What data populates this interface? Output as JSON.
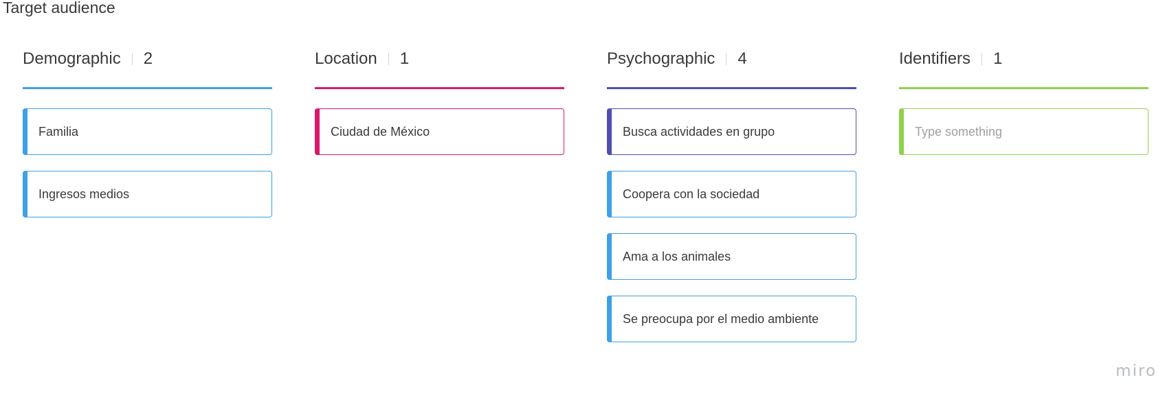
{
  "page": {
    "title": "Target audience"
  },
  "columns": [
    {
      "name": "Demographic",
      "count": "2",
      "color": "#3ea0e6",
      "cards": [
        {
          "text": "Familia",
          "placeholder": false,
          "color": "#3ea0e6"
        },
        {
          "text": "Ingresos medios",
          "placeholder": false,
          "color": "#3ea0e6"
        }
      ]
    },
    {
      "name": "Location",
      "count": "1",
      "color": "#d9186d",
      "cards": [
        {
          "text": "Ciudad de México",
          "placeholder": false,
          "color": "#d9186d"
        }
      ]
    },
    {
      "name": "Psychographic",
      "count": "4",
      "color": "#4f4fb0",
      "cards": [
        {
          "text": "Busca actividades en grupo",
          "placeholder": false,
          "color": "#4f4fb0"
        },
        {
          "text": "Coopera con la sociedad",
          "placeholder": false,
          "color": "#3ea0e6"
        },
        {
          "text": "Ama a los animales",
          "placeholder": false,
          "color": "#3ea0e6"
        },
        {
          "text": "Se preocupa por el medio ambiente",
          "placeholder": false,
          "color": "#3ea0e6"
        }
      ]
    },
    {
      "name": "Identifiers",
      "count": "1",
      "color": "#8fd14f",
      "cards": [
        {
          "text": "Type something",
          "placeholder": true,
          "color": "#8fd14f"
        }
      ]
    }
  ],
  "branding": {
    "logo_text": "miro"
  }
}
